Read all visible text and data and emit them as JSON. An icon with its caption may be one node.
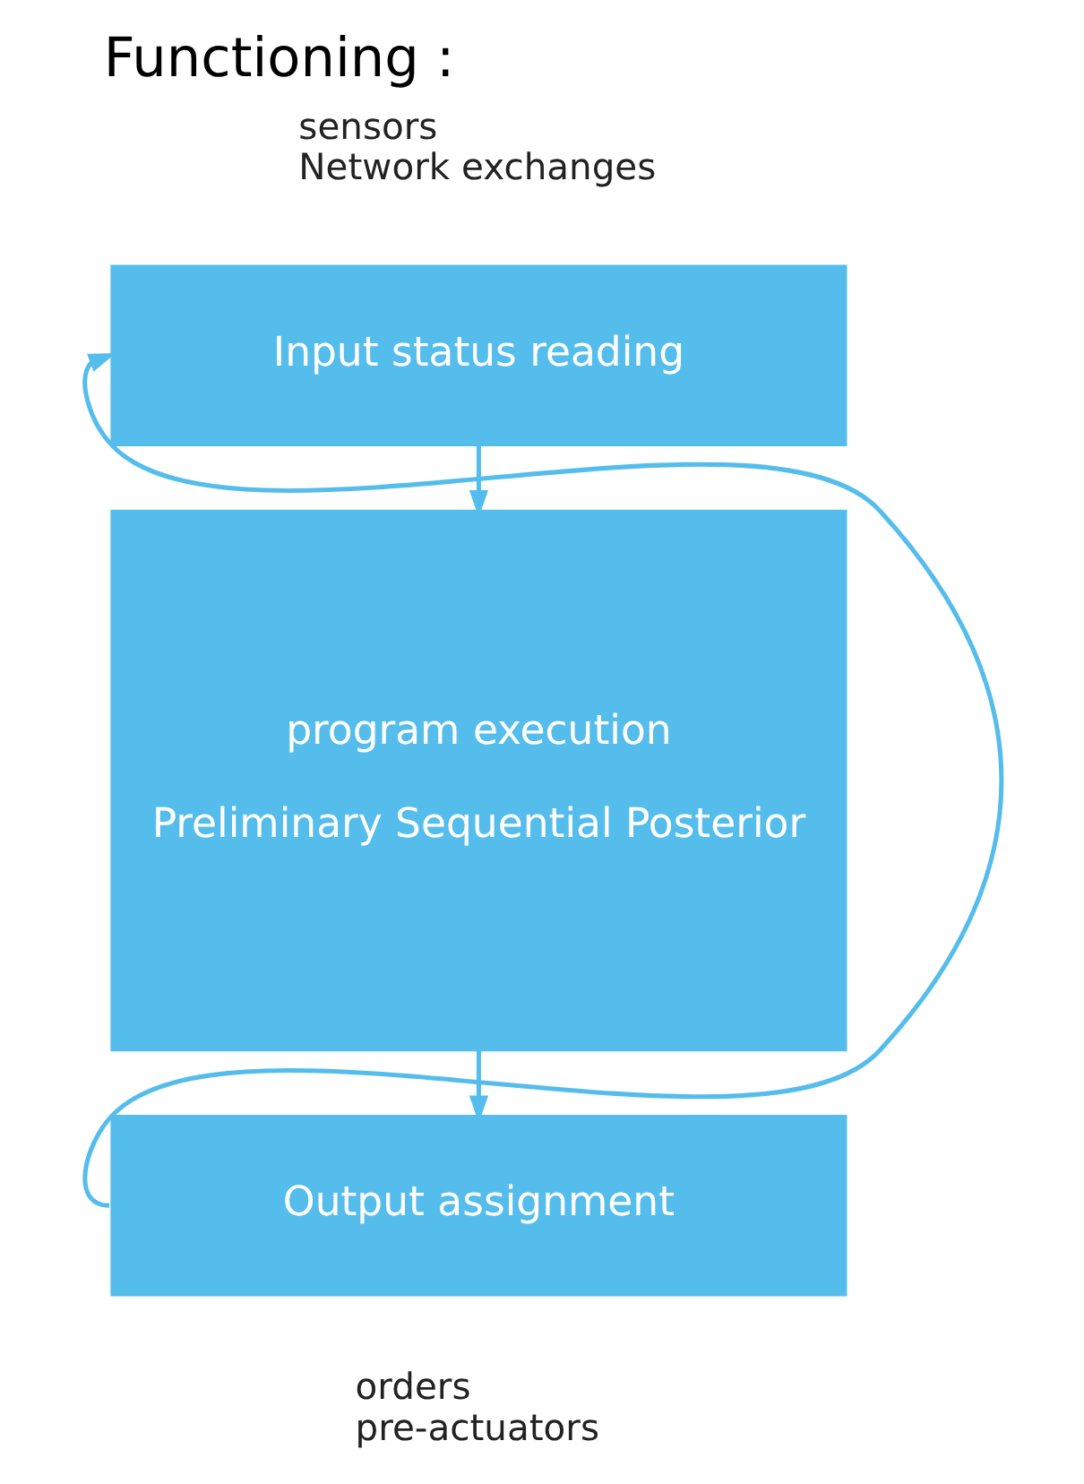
{
  "diagram": {
    "title": "Functioning :",
    "nodes": [
      {
        "text": [
          "Input status reading"
        ]
      },
      {
        "text": [
          "program execution",
          "Preliminary Sequential Posterior"
        ]
      },
      {
        "text": [
          "Output assignment"
        ]
      }
    ],
    "edges": [
      {
        "from": 2,
        "to": 0,
        "arrow": "to"
      },
      {
        "from": 0,
        "to": 1,
        "arrow": "to"
      },
      {
        "from": 1,
        "to": 2,
        "arrow": "to"
      }
    ],
    "labels": [
      "sensors",
      "Network exchanges",
      "orders",
      "pre-actuators"
    ]
  }
}
